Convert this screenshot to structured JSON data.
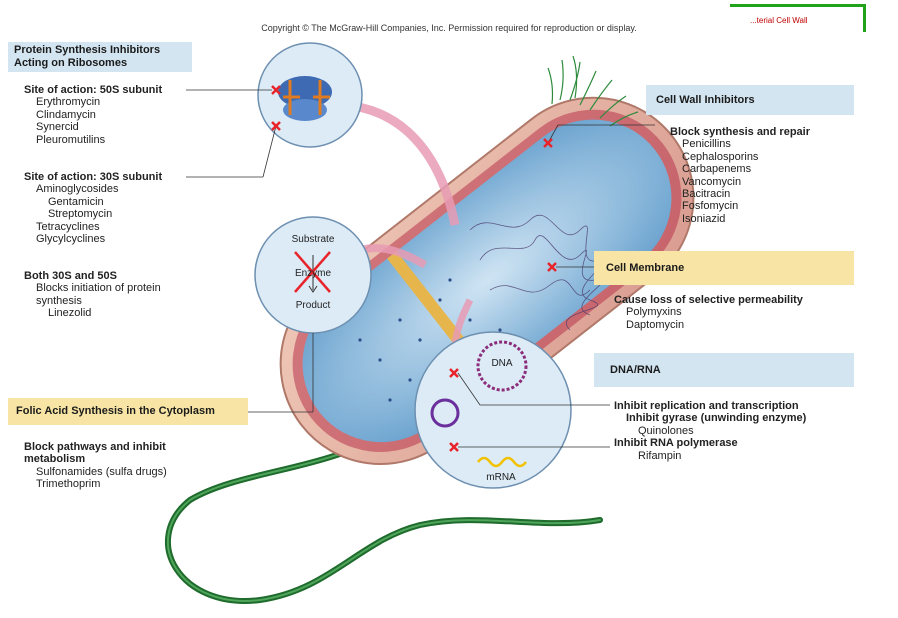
{
  "copyright": "Copyright © The McGraw-Hill Companies, Inc. Permission required for reproduction or display.",
  "corner_tag": "...terial Cell Wall",
  "protein_synthesis": {
    "title_line1": "Protein Synthesis Inhibitors",
    "title_line2": "Acting on Ribosomes",
    "site_50s": "Site of action: 50S subunit",
    "drugs_50s": [
      "Erythromycin",
      "Clindamycin",
      "Synercid",
      "Pleuromutilins"
    ],
    "site_30s": "Site of action: 30S subunit",
    "drugs_30s_0": "Aminoglycosides",
    "drugs_30s_1": "Gentamicin",
    "drugs_30s_2": "Streptomycin",
    "drugs_30s_3": "Tetracyclines",
    "drugs_30s_4": "Glycylcyclines",
    "both": "Both 30S and 50S",
    "both_desc1": "Blocks initiation of protein",
    "both_desc2": "synthesis",
    "both_drug": "Linezolid"
  },
  "enzyme_circle": {
    "substrate": "Substrate",
    "enzyme": "Enzyme",
    "product": "Product"
  },
  "folic_acid": {
    "title": "Folic Acid Synthesis in the Cytoplasm",
    "desc1": "Block pathways and inhibit",
    "desc2": "metabolism",
    "drugs": [
      "Sulfonamides (sulfa drugs)",
      "Trimethoprim"
    ]
  },
  "cell_wall": {
    "title": "Cell Wall Inhibitors",
    "desc": "Block synthesis and repair",
    "drugs": [
      "Penicillins",
      "Cephalosporins",
      "Carbapenems",
      "Vancomycin",
      "Bacitracin",
      "Fosfomycin",
      "Isoniazid"
    ]
  },
  "cell_membrane": {
    "title": "Cell Membrane",
    "desc": "Cause loss of selective permeability",
    "drugs": [
      "Polymyxins",
      "Daptomycin"
    ]
  },
  "dna_rna": {
    "title": "DNA/RNA",
    "desc1": "Inhibit replication and transcription",
    "desc2": "Inhibit gyrase (unwinding enzyme)",
    "drug1": "Quinolones",
    "desc3": "Inhibit RNA polymerase",
    "drug2": "Rifampin",
    "dna_label": "DNA",
    "mrna_label": "mRNA"
  },
  "colors": {
    "band_blue": "#d3e5f1",
    "band_yellow": "#f8e5a5",
    "inhibit_x": "#e8242a",
    "flagellum": "#1e6b2c",
    "cytoplasm": "#a9cce6"
  }
}
